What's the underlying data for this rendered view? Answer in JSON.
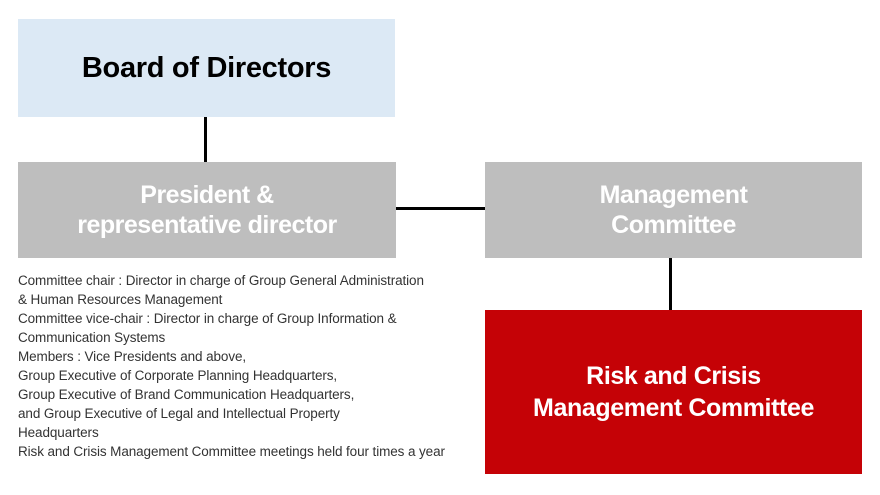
{
  "colors": {
    "page_bg": "#ffffff",
    "board_bg": "#dce9f5",
    "gray_bg": "#bebebe",
    "red_bg": "#c50206",
    "connector": "#000000",
    "board_text": "#000000",
    "box_text": "#ffffff",
    "body_text": "#333333"
  },
  "org_chart": {
    "board": {
      "label": "Board of Directors"
    },
    "president": {
      "label": "President &\nrepresentative director"
    },
    "management": {
      "label": "Management\nCommittee"
    },
    "risk_committee": {
      "label": "Risk and Crisis\nManagement Committee"
    }
  },
  "committee_details": {
    "lines": [
      "Committee chair : Director in charge of Group General Administration",
      "& Human Resources Management",
      "Committee vice-chair : Director in charge of Group Information &",
      "Communication Systems",
      "Members : Vice Presidents and above,",
      "Group Executive of Corporate Planning Headquarters,",
      "Group Executive of Brand Communication Headquarters,",
      "and Group Executive of Legal and Intellectual Property",
      "Headquarters",
      "Risk and Crisis Management Committee meetings held four times a year"
    ]
  }
}
